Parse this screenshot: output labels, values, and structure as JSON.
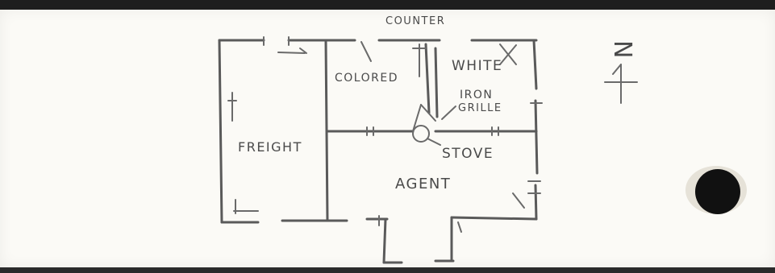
{
  "labels": {
    "counter": "COUNTER",
    "colored": "COLORED",
    "white": "WHITE",
    "iron": "IRON",
    "grille": "GRILLE",
    "freight": "FREIGHT",
    "stove": "STOVE",
    "agent": "AGENT",
    "north": "N"
  },
  "colors": {
    "paper": "#fbfaf6",
    "pencil": "#5a5a5a",
    "hole": "#111111"
  }
}
